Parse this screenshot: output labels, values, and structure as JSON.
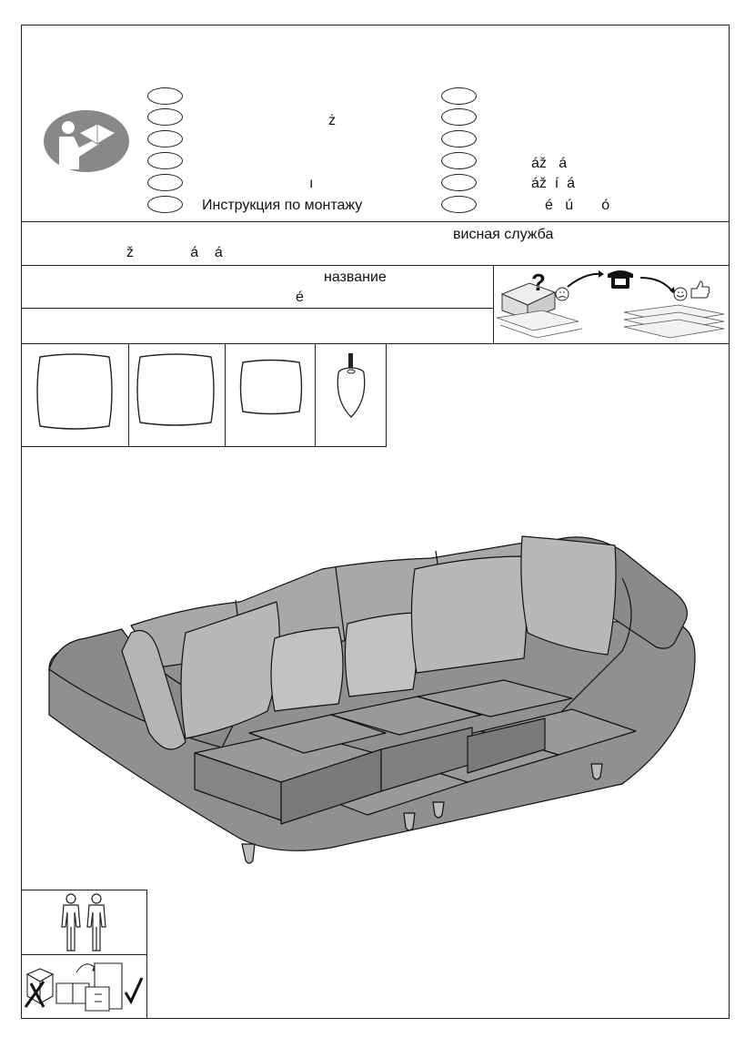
{
  "header": {
    "left_texts": [
      "ż",
      "ı",
      "Инструкция по монтажу"
    ],
    "right_texts": [
      "áž   á",
      "áž  í  á",
      "é   ú       ó"
    ]
  },
  "service": {
    "line1": "висная служба",
    "line2": "ž              á    á"
  },
  "product": {
    "name_label": "название",
    "sub": "é"
  },
  "icons": {
    "manual": "read-instructions-icon",
    "support": "phone-support-icon",
    "two_persons": "two-persons-icon",
    "packaging": "packaging-disposal-icon"
  },
  "parts": [
    {
      "name": "large-cushion"
    },
    {
      "name": "medium-cushion"
    },
    {
      "name": "small-cushion"
    },
    {
      "name": "sofa-leg"
    }
  ]
}
